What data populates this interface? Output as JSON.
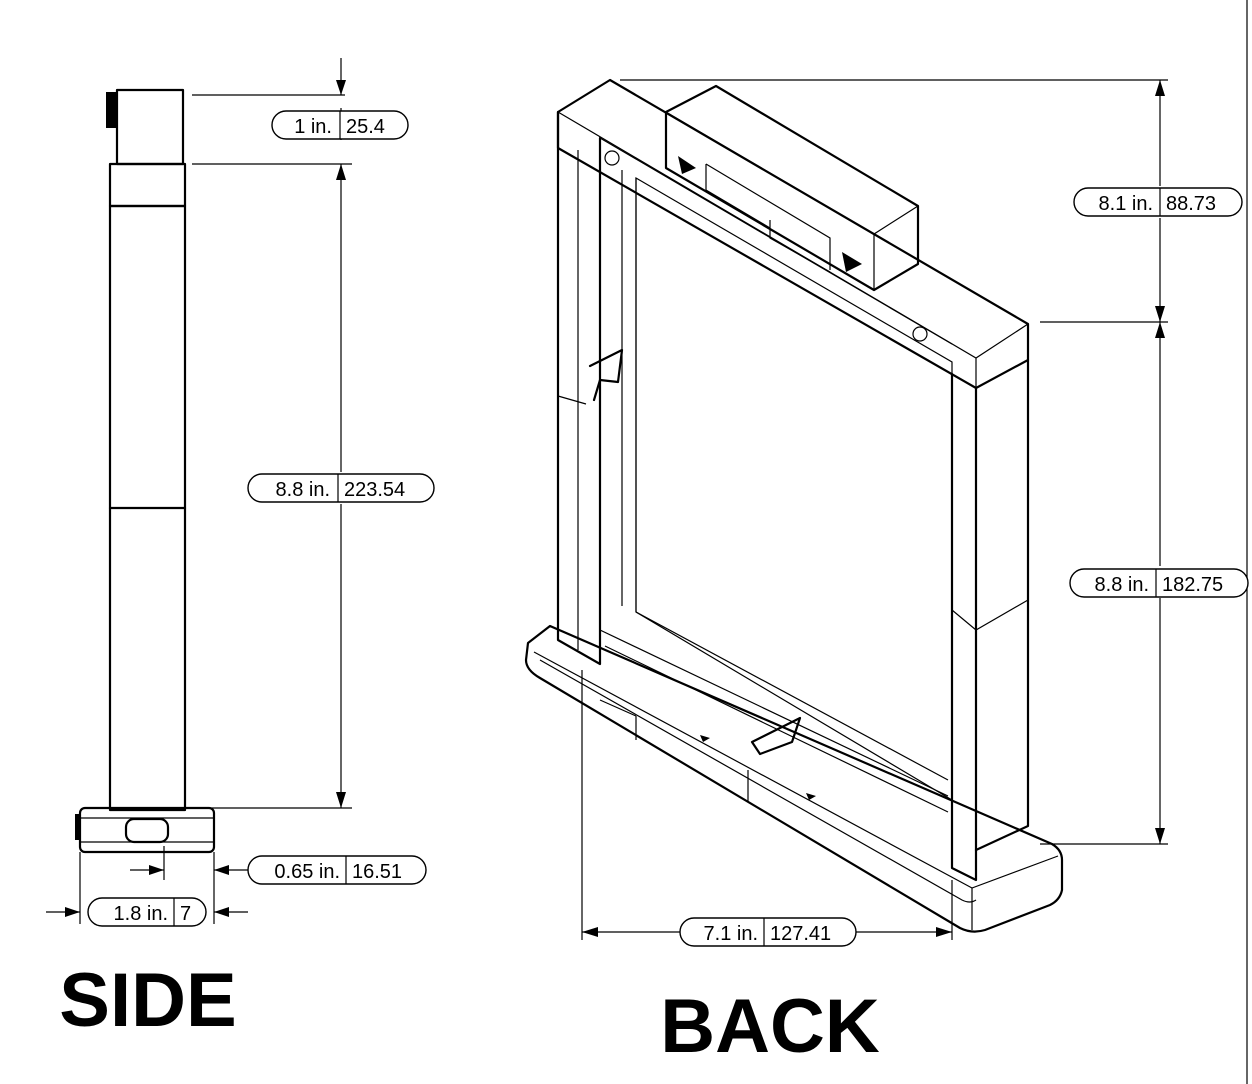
{
  "views": {
    "side": {
      "label": "SIDE",
      "dimensions": [
        {
          "imperial": "1 in.",
          "metric": "25.4"
        },
        {
          "imperial": "8.8 in.",
          "metric": "223.54"
        },
        {
          "imperial": "0.65 in.",
          "metric": "16.51"
        },
        {
          "imperial": "1.8 in.",
          "metric": "7"
        }
      ]
    },
    "back": {
      "label": "BACK",
      "dimensions": [
        {
          "imperial": "8.1 in.",
          "metric": "88.73"
        },
        {
          "imperial": "8.8 in.",
          "metric": "182.75"
        },
        {
          "imperial": "7.1 in.",
          "metric": "127.41"
        }
      ]
    }
  }
}
